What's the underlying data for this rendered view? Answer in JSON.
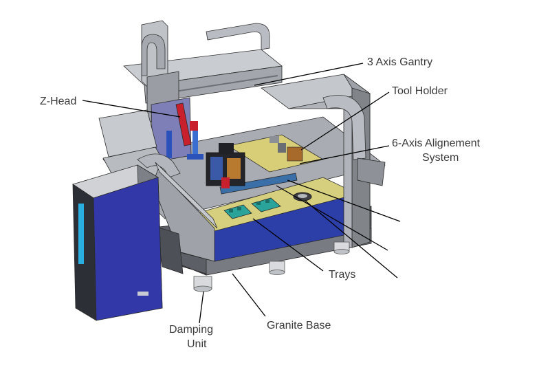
{
  "labels": {
    "gantry": "3 Axis Gantry",
    "tool_holder": "Tool Holder",
    "z_head": "Z-Head",
    "alignment": [
      "6-Axis Alignement",
      "System"
    ],
    "trays": "Trays",
    "damping": [
      "Damping",
      "Unit"
    ],
    "granite_base": "Granite Base"
  },
  "colors": {
    "frame_gray": "#b9bcc2",
    "frame_dark": "#8e9197",
    "deck_yellow": "#d6cf7e",
    "base_blue": "#2c3ea8",
    "cabinet_blue": "#3238a8",
    "tray_teal": "#2aa39a",
    "z_head_purple": "#7f7fb8",
    "accent_red": "#c8202c"
  }
}
